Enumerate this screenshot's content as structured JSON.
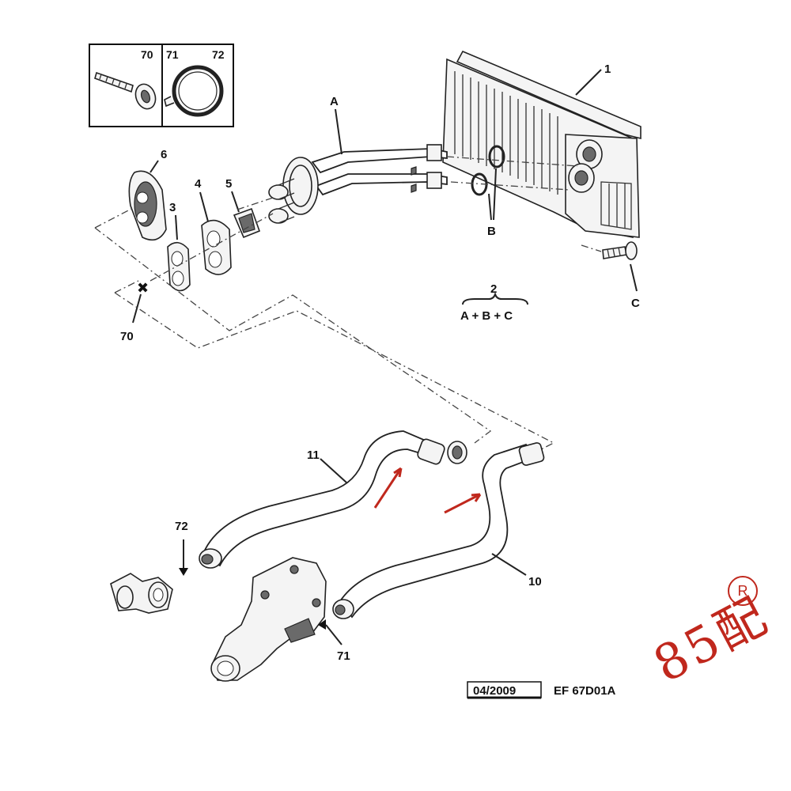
{
  "labels": {
    "heater_core": "1",
    "kit": "2",
    "kit_formula": "A + B + C",
    "gasket_3": "3",
    "gasket_4": "4",
    "clip_5": "5",
    "seal_6": "6",
    "hose_10": "10",
    "hose_11": "11",
    "screw_70_top": "70",
    "screw_70": "70",
    "clamp_71_top": "71",
    "clamp_72_top": "72",
    "clamp_71": "71",
    "clamp_72": "72",
    "pipe_A": "A",
    "seal_B": "B",
    "screw_C": "C"
  },
  "footer": {
    "date": "04/2009",
    "ref": "EF 67D01A"
  },
  "watermark": {
    "text": "85配",
    "registered": "R",
    "color": "#c0281d"
  },
  "colors": {
    "line": "#222222",
    "annotation_arrow": "#c0281d"
  }
}
